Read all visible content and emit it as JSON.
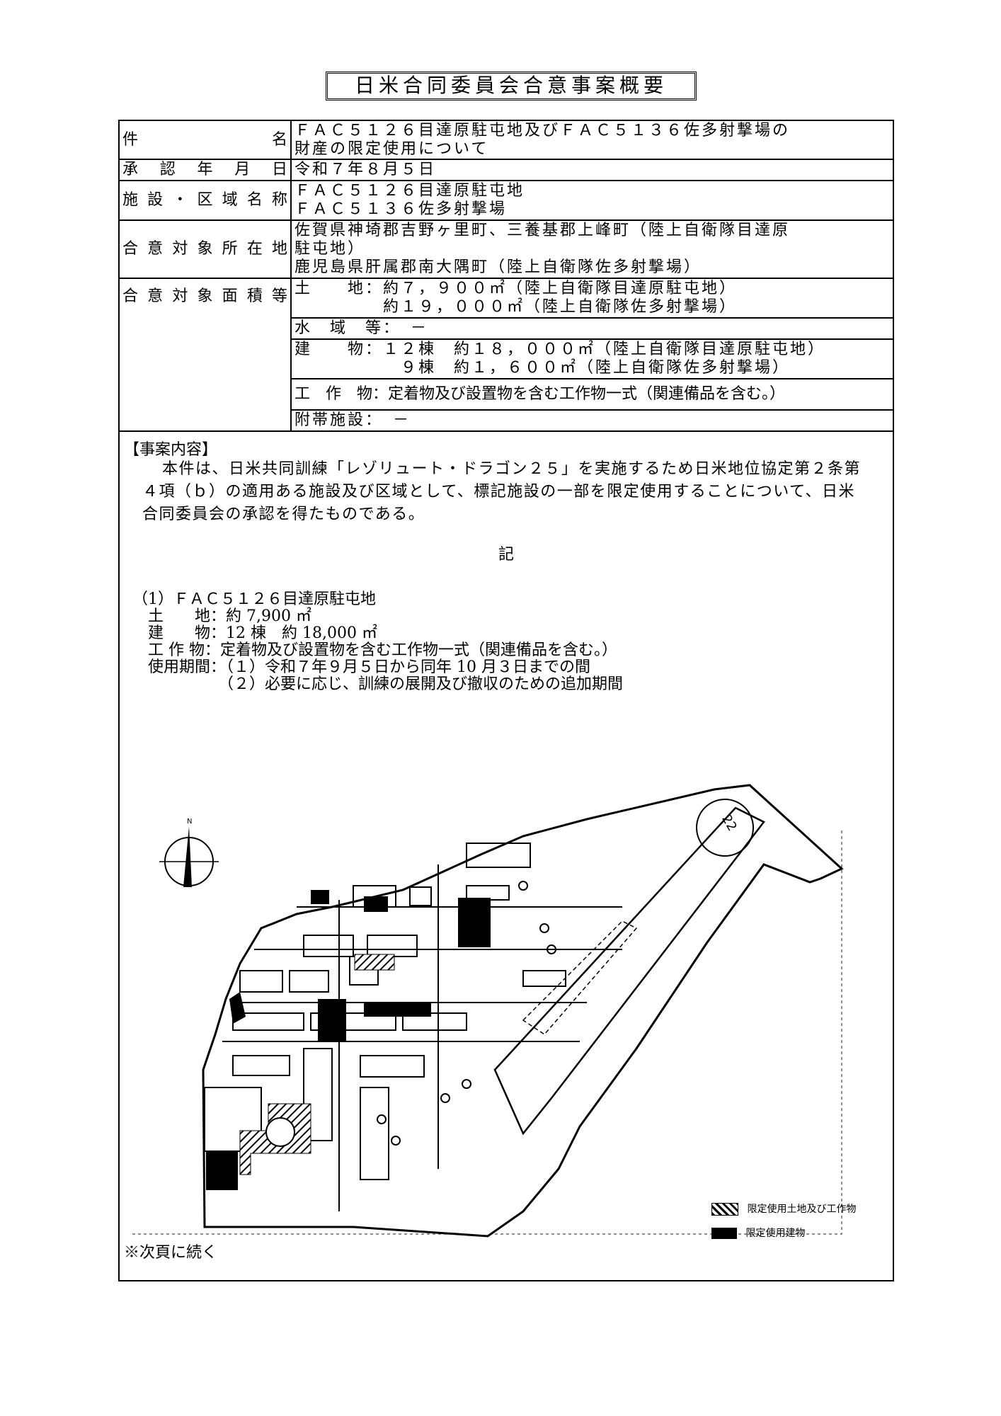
{
  "title": "日米合同委員会合意事案概要",
  "table": {
    "rows": [
      {
        "label": "件名",
        "lines": [
          "ＦＡＣ５１２６目達原駐屯地及びＦＡＣ５１３６佐多射撃場の",
          "財産の限定使用について"
        ]
      },
      {
        "label": "承認年月日",
        "lines": [
          "令和７年８月５日"
        ]
      },
      {
        "label": "施設・区域名称",
        "lines": [
          "ＦＡＣ５１２６目達原駐屯地",
          "ＦＡＣ５１３６佐多射撃場"
        ]
      },
      {
        "label": "合意対象所在地",
        "lines": [
          "佐賀県神埼郡吉野ヶ里町、三養基郡上峰町（陸上自衛隊目達原",
          "駐屯地）",
          "鹿児島県肝属郡南大隅町（陸上自衛隊佐多射撃場）"
        ]
      }
    ],
    "area_label": "合意対象面積等",
    "area_rows": [
      [
        "土　　地：約７，９００㎡（陸上自衛隊目達原駐屯地）",
        "　　　　　約１９，０００㎡（陸上自衛隊佐多射撃場）"
      ],
      [
        "水　域　等：　－"
      ],
      [
        "建　　物：１２棟　約１８，０００㎡（陸上自衛隊目達原駐屯地）",
        "　　　　　　９棟　約１，６００㎡（陸上自衛隊佐多射撃場）"
      ],
      [
        "工　作　物：定着物及び設置物を含む工作物一式（関連備品を含む。）"
      ],
      [
        "附帯施設：　－"
      ]
    ]
  },
  "content": {
    "heading": "【事案内容】",
    "paragraph": "本件は、日米共同訓練「レゾリュート・ドラゴン２５」を実施するため日米地位協定第２条第４項（ｂ）の適用ある施設及び区域として、標記施設の一部を限定使用することについて、日米合同委員会の承認を得たものである。",
    "ki": "記",
    "detail_lines": [
      "（1）ＦＡＣ５１２６目達原駐屯地",
      "　土　　地：約 7,900 ㎡",
      "　建　　物：12 棟　約 18,000 ㎡",
      "　工 作 物：定着物及び設置物を含む工作物一式（関連備品を含む。）",
      "　使用期間：（１）令和７年９月５日から同年 10 月３日までの間",
      "　　　　　　（２）必要に応じ、訓練の展開及び撤収のための追加期間"
    ],
    "continued": "※次頁に続く"
  },
  "map": {
    "compass_label": "N",
    "runway_number": "22",
    "legend": [
      {
        "label": "限定使用土地及び工作物",
        "style": "hatched"
      },
      {
        "label": "限定使用建物",
        "style": "solid"
      }
    ],
    "colors": {
      "line": "#000000",
      "hatch": "#000000",
      "solid": "#000000"
    }
  }
}
